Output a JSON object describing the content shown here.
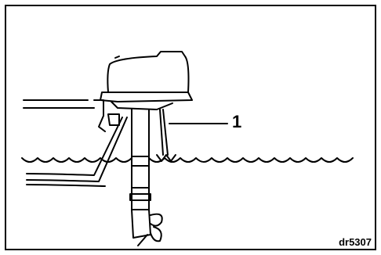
{
  "figure": {
    "callout_label": "1",
    "code": "dr5307",
    "colors": {
      "ink": "#000000",
      "paper": "#ffffff"
    },
    "depicts": [
      "outboard-motor",
      "water-surface",
      "tell-tale-water-jet"
    ]
  }
}
